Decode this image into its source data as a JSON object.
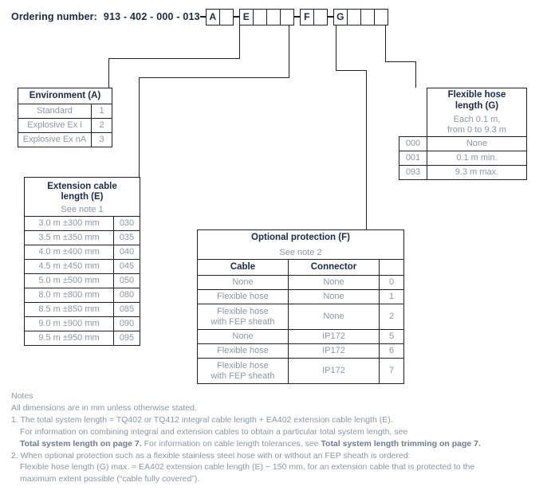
{
  "ordering": {
    "label": "Ordering number:",
    "number": "913 - 402 - 000 - 013",
    "groups": [
      {
        "key": "A",
        "blanks": 1
      },
      {
        "key": "E",
        "blanks": 3
      },
      {
        "key": "F",
        "blanks": 1
      },
      {
        "key": "G",
        "blanks": 3
      }
    ]
  },
  "environment": {
    "title": "Environment (A)",
    "rows": [
      {
        "label": "Standard",
        "code": "1"
      },
      {
        "label": "Explosive Ex i",
        "code": "2"
      },
      {
        "label": "Explosive Ex nA",
        "code": "3"
      }
    ]
  },
  "extension": {
    "title_line1": "Extension cable",
    "title_line2": "length (E)",
    "subtitle": "See note 1",
    "rows": [
      {
        "label": "3.0 m ±300 mm",
        "code": "030"
      },
      {
        "label": "3.5 m ±350 mm",
        "code": "035"
      },
      {
        "label": "4.0 m ±400 mm",
        "code": "040"
      },
      {
        "label": "4.5 m ±450 mm",
        "code": "045"
      },
      {
        "label": "5.0 m ±500 mm",
        "code": "050"
      },
      {
        "label": "8.0 m ±800 mm",
        "code": "080"
      },
      {
        "label": "8.5 m ±850 mm",
        "code": "085"
      },
      {
        "label": "9.0 m ±900 mm",
        "code": "090"
      },
      {
        "label": "9.5 m ±950 mm",
        "code": "095"
      }
    ]
  },
  "protection": {
    "title": "Optional protection (F)",
    "subtitle": "See note 2",
    "col_cable": "Cable",
    "col_connector": "Connector",
    "rows": [
      {
        "cable": "None",
        "connector": "None",
        "code": "0",
        "tall": false
      },
      {
        "cable": "Flexible hose",
        "connector": "None",
        "code": "1",
        "tall": false
      },
      {
        "cable": "Flexible hose\nwith FEP sheath",
        "connector": "None",
        "code": "2",
        "tall": true
      },
      {
        "cable": "None",
        "connector": "IP172",
        "code": "5",
        "tall": false
      },
      {
        "cable": "Flexible hose",
        "connector": "IP172",
        "code": "6",
        "tall": false
      },
      {
        "cable": "Flexible hose\nwith FEP sheath",
        "connector": "IP172",
        "code": "7",
        "tall": true
      }
    ]
  },
  "hose": {
    "title_line1": "Flexible hose",
    "title_line2": "length (G)",
    "sub_line1": "Each 0.1 m,",
    "sub_line2": "from 0 to 9.3 m",
    "rows": [
      {
        "code": "000",
        "label": "None"
      },
      {
        "code": "001",
        "label": "0.1 m min."
      },
      {
        "code": "093",
        "label": "9.3 m max."
      }
    ]
  },
  "notes": {
    "heading": "Notes",
    "dimensions": "All dimensions are in mm unless otherwise stated.",
    "note1": {
      "line1": "1. The total system length = TQ402 or TQ412 integral cable length + EA402 extension cable length (E).",
      "line2": "For information on combining integral and extension cables to obtain a particular total system length, see",
      "line3_a": "Total system length on page 7.",
      "line3_b": " For information on cable length tolerances, see ",
      "line3_c": "Total system length trimming on page 7."
    },
    "note2": {
      "line1": "2. When optional protection such as a flexible stainless steel hose with or without an FEP sheath is ordered:",
      "line2": "Flexible hose length (G) max. = EA402 extension cable length (E) − 150 mm, for an extension cable that is protected to the",
      "line3": "maximum extent possible (“cable fully covered”)."
    }
  }
}
